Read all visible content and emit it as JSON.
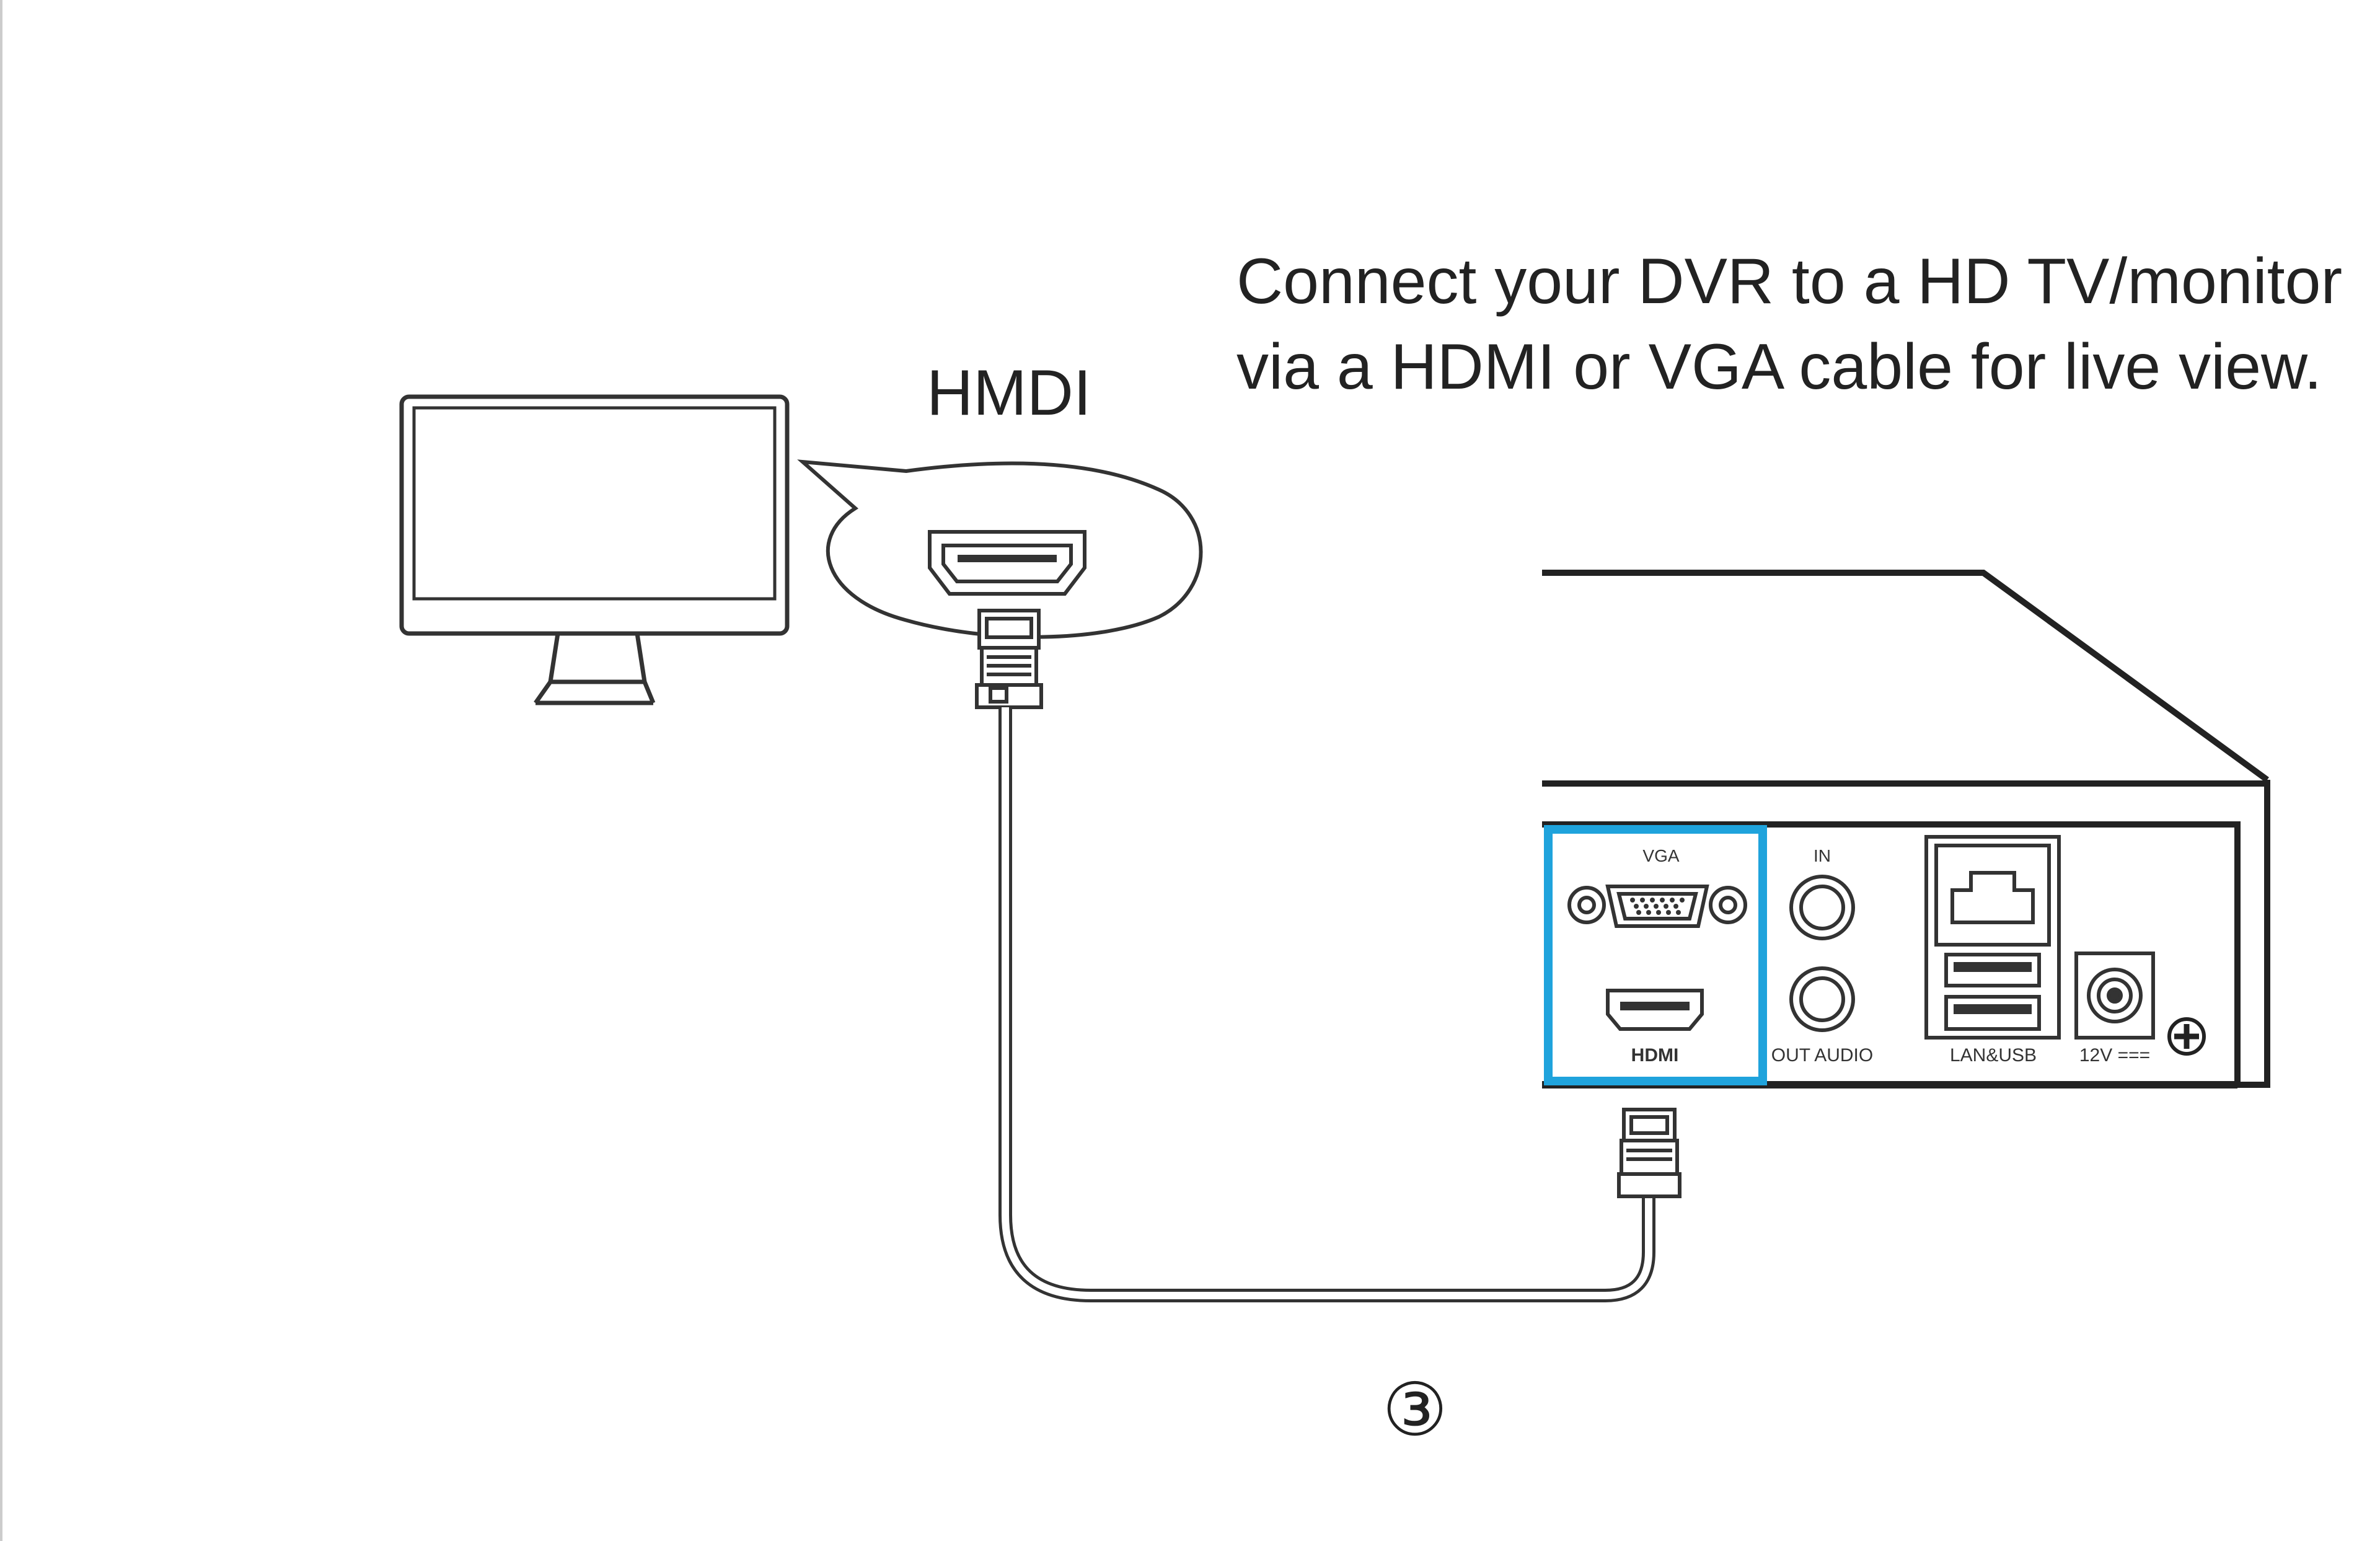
{
  "caption": {
    "line1": "Connect your DVR to a HD TV/monitor",
    "line2": "via a HDMI or VGA cable for live view."
  },
  "callout_label": "HMDI",
  "step_number": "③",
  "dvr_port_labels": {
    "vga": "VGA",
    "hdmi": "HDMI",
    "audio_in": "IN",
    "audio_out": "OUT AUDIO",
    "lan_usb": "LAN&USB",
    "power": "12V ==="
  },
  "colors": {
    "highlight": "#1fa3dc",
    "line": "#333333"
  },
  "icons": [
    "monitor-icon",
    "hdmi-port-icon",
    "hdmi-plug-icon",
    "dvr-icon",
    "vga-port-icon",
    "rj45-port-icon",
    "usb-port-icon",
    "dc-jack-icon"
  ]
}
